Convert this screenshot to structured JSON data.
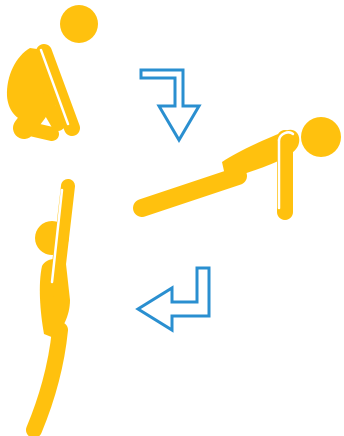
{
  "diagram": {
    "description_text": "",
    "figures": [
      {
        "pose": "squat",
        "icon": "squat-figure-icon"
      },
      {
        "pose": "plank",
        "icon": "plank-figure-icon"
      },
      {
        "pose": "jump",
        "icon": "jump-figure-icon"
      }
    ],
    "arrows": [
      {
        "icon": "arrow-down-icon",
        "from": "squat",
        "to": "plank"
      },
      {
        "icon": "arrow-left-icon",
        "from": "plank",
        "to": "jump"
      }
    ],
    "colors": {
      "figure": "#FFC10E",
      "figure_line": "#FFFFFF",
      "arrow_stroke": "#2A8FD0",
      "arrow_fill": "#FFFFFF",
      "background": "#FFFFFF"
    }
  }
}
